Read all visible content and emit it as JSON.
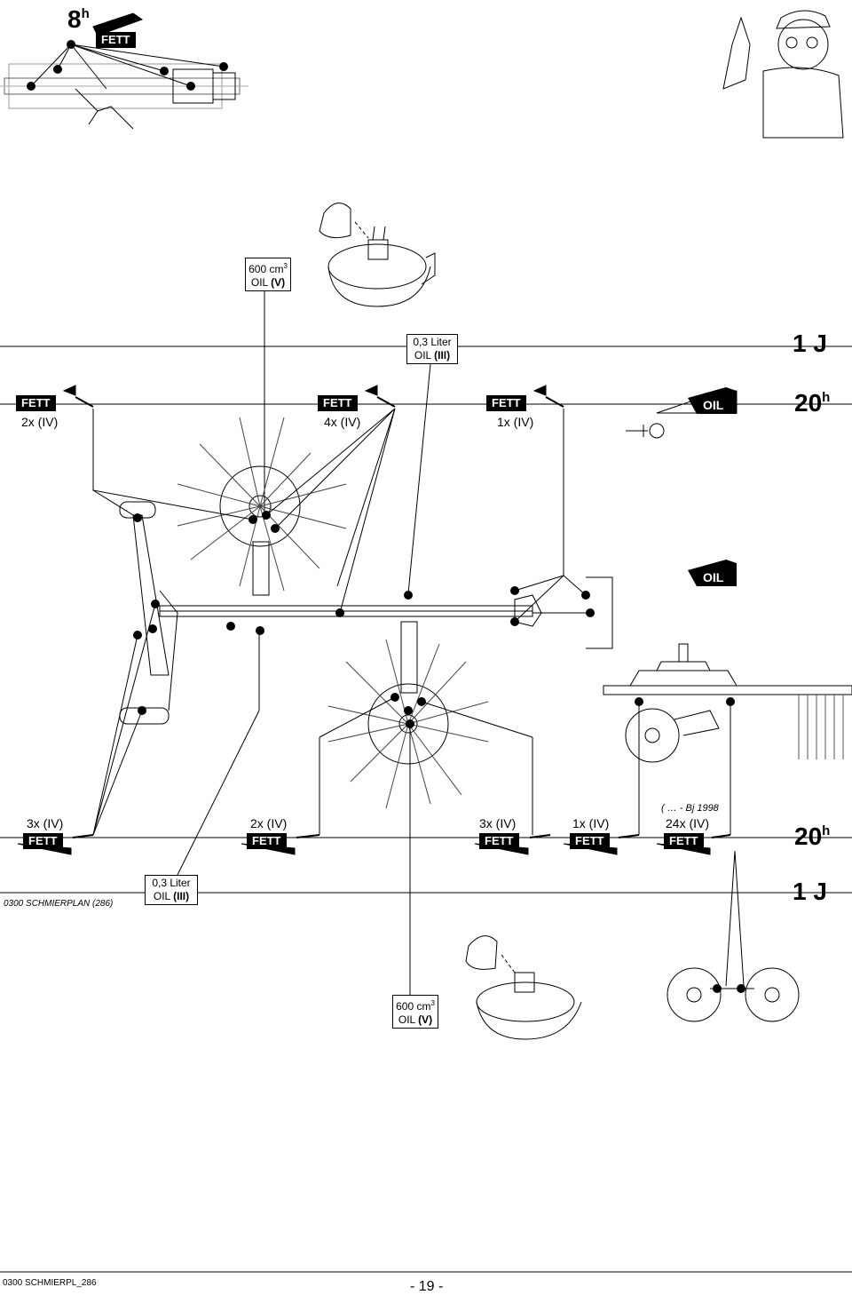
{
  "header": {
    "interval_top": "8",
    "interval_top_unit": "h",
    "top_grease_label": "FETT"
  },
  "intervals": {
    "upper_year": "1 J",
    "upper_hours": "20",
    "upper_hours_unit": "h",
    "lower_hours": "20",
    "lower_hours_unit": "h",
    "lower_year": "1 J"
  },
  "upper_points": [
    {
      "label": "FETT",
      "count": "2x (IV)"
    },
    {
      "label": "FETT",
      "count": "4x (IV)"
    },
    {
      "label": "FETT",
      "count": "1x (IV)"
    }
  ],
  "lower_points": [
    {
      "label": "FETT",
      "count": "3x (IV)"
    },
    {
      "label": "FETT",
      "count": "2x (IV)"
    },
    {
      "label": "FETT",
      "count": "3x (IV)"
    },
    {
      "label": "FETT",
      "count": "1x (IV)"
    },
    {
      "label": "FETT",
      "count": "24x (IV)",
      "note": "( … - Bj 1998"
    }
  ],
  "oil_labels": [
    "OIL",
    "OIL"
  ],
  "oil_boxes": {
    "upper_gearbox": {
      "amount": "600 cm",
      "unit_sup": "3",
      "type": "OIL",
      "grade": "(V)"
    },
    "upper_arm": {
      "amount": "0,3 Liter",
      "type": "OIL",
      "grade": "(III)"
    },
    "lower_arm": {
      "amount": "0,3 Liter",
      "type": "OIL",
      "grade": "(III)"
    },
    "lower_gearbox": {
      "amount": "600 cm",
      "unit_sup": "3",
      "type": "OIL",
      "grade": "(V)"
    }
  },
  "side_code": "0300 SCHMIERPLAN (286)",
  "footer": {
    "doc_code": "0300 SCHMIERPL_286",
    "page_number": "- 19 -"
  }
}
